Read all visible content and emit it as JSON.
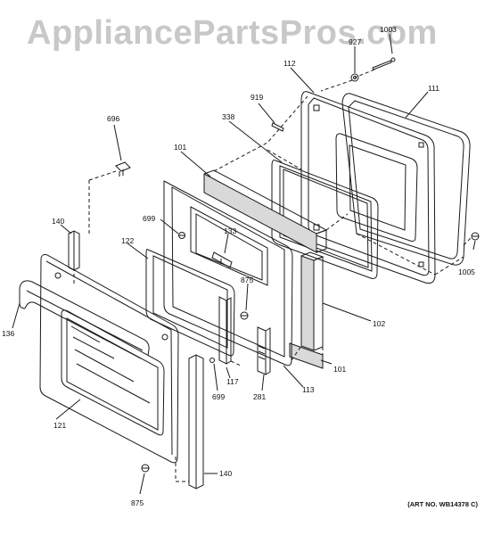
{
  "watermark": "AppliancePartsPros.com",
  "art_number": "(ART NO. WB14378 C)",
  "callouts": {
    "p1003": "1003",
    "p927": "927",
    "p112": "112",
    "p111": "111",
    "p919": "919",
    "p696": "696",
    "p338": "338",
    "p101a": "101",
    "p699a": "699",
    "p133": "133",
    "p140a": "140",
    "p122": "122",
    "p1005": "1005",
    "p875a": "875",
    "p136": "136",
    "p102": "102",
    "p101b": "101",
    "p117": "117",
    "p113": "113",
    "p699b": "699",
    "p281": "281",
    "p121": "121",
    "p140b": "140",
    "p875b": "875"
  },
  "colors": {
    "line": "#1a1a1a",
    "watermark": "#c8c8c8",
    "insulation": "#d9d9d9"
  }
}
